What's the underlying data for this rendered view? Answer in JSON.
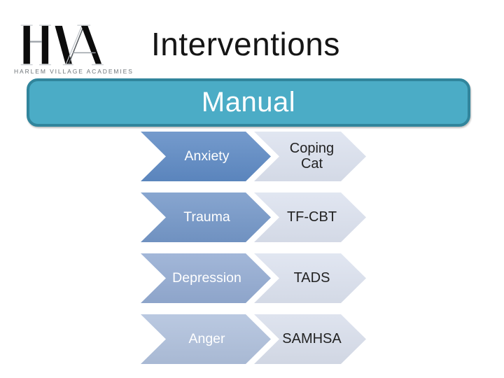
{
  "slide": {
    "logo": {
      "monogram": "HVA",
      "caption": "HARLEM VILLAGE ACADEMIES"
    },
    "title": "Interventions",
    "banner": {
      "label": "Manual",
      "fill": "#4BACC6",
      "border": "#31859C",
      "text_color": "#FFFFFF"
    },
    "chevron_rows": [
      {
        "problem": "Anxiety",
        "program": "Coping Cat",
        "problem_fill": "#5E8AC4",
        "program_fill": "#DCE2EF"
      },
      {
        "problem": "Trauma",
        "program": "TF-CBT",
        "problem_fill": "#7497C8",
        "program_fill": "#DCE2EF"
      },
      {
        "problem": "Depression",
        "program": "TADS",
        "problem_fill": "#93ABD2",
        "program_fill": "#DCE2EF"
      },
      {
        "problem": "Anger",
        "program": "SAMHSA",
        "problem_fill": "#AFC0DC",
        "program_fill": "#D9DFEC"
      }
    ]
  }
}
